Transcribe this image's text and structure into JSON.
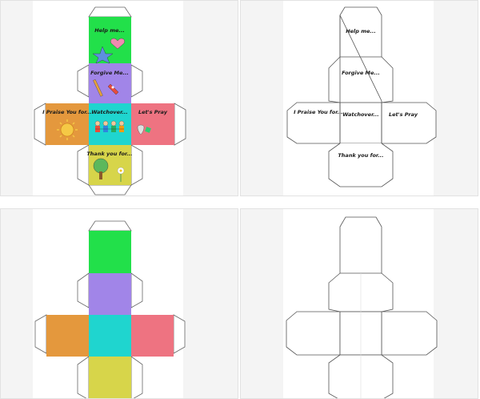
{
  "thumbnails": [
    {
      "variant": "color-with-text"
    },
    {
      "variant": "outline-with-text"
    },
    {
      "variant": "color-blank"
    },
    {
      "variant": "outline-blank"
    }
  ],
  "labels": {
    "help": "Help me...",
    "forgive": "Forgive Me...",
    "praise": "I Praise You for...",
    "watchover": "Watchover...",
    "pray": "Let's Pray",
    "thank": "Thank you for..."
  },
  "colors": {
    "green": "#22e04a",
    "purple": "#a185e8",
    "orange": "#e4983d",
    "cyan": "#1fd5cf",
    "pink": "#ee7381",
    "yellow": "#d7d54a",
    "outline": "#555555"
  },
  "icons": [
    "heart-icon",
    "star-icon",
    "rocket-icon",
    "pencil-icon",
    "sun-icon",
    "children-icon",
    "strawberry-icon",
    "tree-icon",
    "flower-icon"
  ]
}
